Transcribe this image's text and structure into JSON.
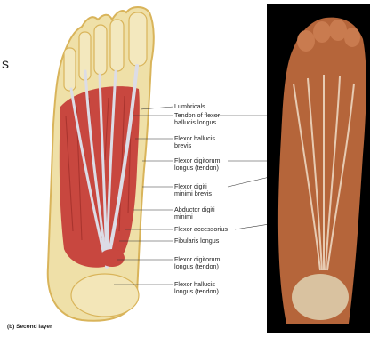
{
  "edge_letter": "s",
  "caption": "(b) Second layer",
  "labels": [
    {
      "id": "lumbricals",
      "lines": [
        "Lumbricals"
      ]
    },
    {
      "id": "tendon-fhl",
      "lines": [
        "Tendon of flexor",
        "hallucis longus"
      ]
    },
    {
      "id": "fhb",
      "lines": [
        "Flexor hallucis",
        "brevis"
      ]
    },
    {
      "id": "fdl-tendon",
      "lines": [
        "Flexor digitorum",
        "longus (tendon)"
      ]
    },
    {
      "id": "fdmb",
      "lines": [
        "Flexor digiti",
        "minimi brevis"
      ]
    },
    {
      "id": "adm",
      "lines": [
        "Abductor digiti",
        "minimi"
      ]
    },
    {
      "id": "quadratus",
      "lines": [
        "Flexor accessorius"
      ]
    },
    {
      "id": "fibularis",
      "lines": [
        "Fibularis longus"
      ]
    },
    {
      "id": "fdl-tendon-2",
      "lines": [
        "Flexor digitorum",
        "longus (tendon)"
      ]
    },
    {
      "id": "fhl-tendon-2",
      "lines": [
        "Flexor hallucis",
        "longus (tendon)"
      ]
    }
  ],
  "colors": {
    "muscle": "#c8473f",
    "muscle_dark": "#a2302b",
    "tendon": "#dcdce6",
    "bone": "#efe0a8",
    "skin_edge": "#d9b45a",
    "photo_bg": "#000000",
    "cadaver": "#b5653a"
  }
}
